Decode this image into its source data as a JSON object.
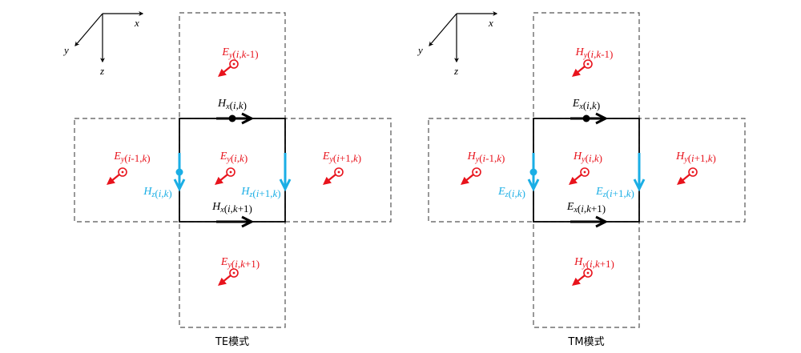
{
  "colors": {
    "red": "#e8131c",
    "blue": "#1aaee5",
    "black": "#000000",
    "dash": "#555555"
  },
  "panels": [
    {
      "caption": "TE模式",
      "axes": {
        "x": "x",
        "y": "y",
        "z": "z"
      },
      "cells": {
        "top": {
          "field": "E",
          "sub": "y",
          "args": "(i,k-1)"
        },
        "left": {
          "field": "E",
          "sub": "y",
          "args": "(i-1,k)"
        },
        "center": {
          "field": "E",
          "sub": "y",
          "args": "(i,k)"
        },
        "right": {
          "field": "E",
          "sub": "y",
          "args": "(i+1,k)"
        },
        "bottom": {
          "field": "E",
          "sub": "y",
          "args": "(i,k+1)"
        }
      },
      "edges": {
        "top": {
          "field": "H",
          "sub": "x",
          "args": "(i,k)"
        },
        "bottom": {
          "field": "H",
          "sub": "x",
          "args": "(i,k+1)"
        },
        "left": {
          "field": "H",
          "sub": "z",
          "args": "(i,k)"
        },
        "right": {
          "field": "H",
          "sub": "z",
          "args": "(i+1,k)"
        }
      }
    },
    {
      "caption": "TM模式",
      "axes": {
        "x": "x",
        "y": "y",
        "z": "z"
      },
      "cells": {
        "top": {
          "field": "H",
          "sub": "y",
          "args": "(i,k-1)"
        },
        "left": {
          "field": "H",
          "sub": "y",
          "args": "(i-1,k)"
        },
        "center": {
          "field": "H",
          "sub": "y",
          "args": "(i,k)"
        },
        "right": {
          "field": "H",
          "sub": "y",
          "args": "(i+1,k)"
        },
        "bottom": {
          "field": "H",
          "sub": "y",
          "args": "(i,k+1)"
        }
      },
      "edges": {
        "top": {
          "field": "E",
          "sub": "x",
          "args": "(i,k)"
        },
        "bottom": {
          "field": "E",
          "sub": "x",
          "args": "(i,k+1)"
        },
        "left": {
          "field": "E",
          "sub": "z",
          "args": "(i,k)"
        },
        "right": {
          "field": "E",
          "sub": "z",
          "args": "(i+1,k)"
        }
      }
    }
  ]
}
